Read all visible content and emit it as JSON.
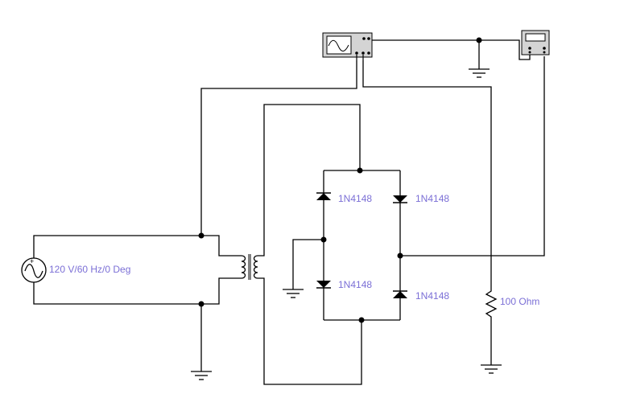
{
  "source": {
    "label": "120 V/60 Hz/0 Deg"
  },
  "diodes": [
    {
      "id": "D1",
      "label": "1N4148"
    },
    {
      "id": "D2",
      "label": "1N4148"
    },
    {
      "id": "D3",
      "label": "1N4148"
    },
    {
      "id": "D4",
      "label": "1N4148"
    }
  ],
  "resistor": {
    "label": "100  Ohm"
  },
  "icons": {
    "oscilloscope": "oscilloscope-icon",
    "multimeter": "multimeter-icon",
    "ground": "ground-icon",
    "transformer": "transformer-icon"
  },
  "colors": {
    "wire": "#000000",
    "label": "#7b6fd6",
    "instrument_body": "#d4d4d4"
  }
}
